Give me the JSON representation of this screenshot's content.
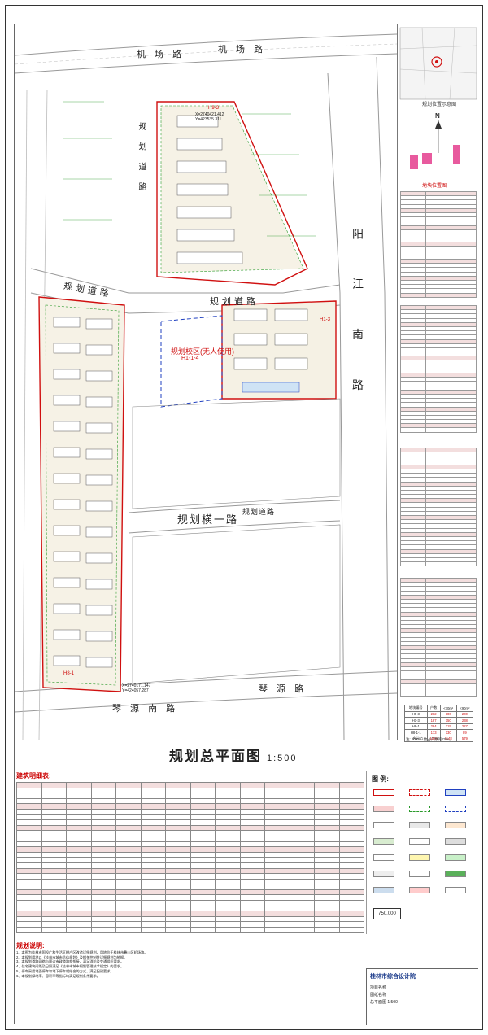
{
  "title": {
    "main": "规划总平面图",
    "scale": "1:500"
  },
  "roads": {
    "airport": "机 场 路",
    "yangjiang_south": "阳 江 南 路",
    "planned_road": "规划道路",
    "planned_road_2": "规划道路",
    "planned_horizontal_1": "规划横一路",
    "planned_horizontal_1_tag": "规划道路",
    "qinyuan": "琴 源 路",
    "qinyuan_2": "琴 源 南 路",
    "planned_vertical": "规 划 道 路",
    "planned_left": "规 划 道 路"
  },
  "site": {
    "school_label": "规划校区(无人使用)",
    "school_code": "H1-1-4",
    "block_a": "H9-3",
    "block_b": "H1-3",
    "block_c": "H8-1",
    "coord_top": "X=2740421.412",
    "coord_top_y": "Y=423535.311",
    "coord_bottom": "X=2740171.147",
    "coord_bottom_y": "Y=424057.287"
  },
  "right_panel": {
    "location_caption": "规划位置示意图",
    "north": "N",
    "plan_caption": "地块位置图",
    "sum_header": [
      "地块编号",
      "户数",
      "<70m²",
      "<90m²"
    ],
    "sum_rows": [
      [
        "H9-3",
        "282",
        "100",
        "200"
      ],
      [
        "H1-3",
        "187",
        "150",
        "238"
      ],
      [
        "H8-1",
        "284",
        "215",
        "227"
      ],
      [
        "H8-1-1",
        "173",
        "130",
        "89"
      ],
      [
        "合计",
        "1923",
        "1148",
        "579"
      ]
    ],
    "sum_note": "注: 90m²户数占户数的70%。"
  },
  "bottom": {
    "table_title": "建筑明细表:",
    "notes_title": "规划说明:",
    "notes": [
      "1、本图为桂林市国投广和生活区棚户区改造详细规划，用地位于桂林市叠山区机场路。",
      "2、本规划用地以《桂林市城市总体规划》及相关控制性详细规划为依据。",
      "3、本规划道路网络与周边市政道路相衔接，满足消防及交通组织要求。",
      "4、住宅建筑间距及日照满足《桂林市城市规划管理技术规定》的要求。",
      "5、停车采用地面停车和地下停车相结合的方式，满足配建要求。",
      "6、本规划绿地率、容积率等指标均满足规划条件要求。"
    ],
    "legend_title": "图  例:",
    "compass": "750,000",
    "institute": "桂林市综合设计院",
    "project_label": "项目名称",
    "drawing_label": "图纸名称",
    "drawing_name": "总平面图 1:500"
  },
  "colors": {
    "road": "#c0c0c0",
    "boundary": "#d01010",
    "green": "#2a9a2a",
    "blue": "#2040c0"
  }
}
